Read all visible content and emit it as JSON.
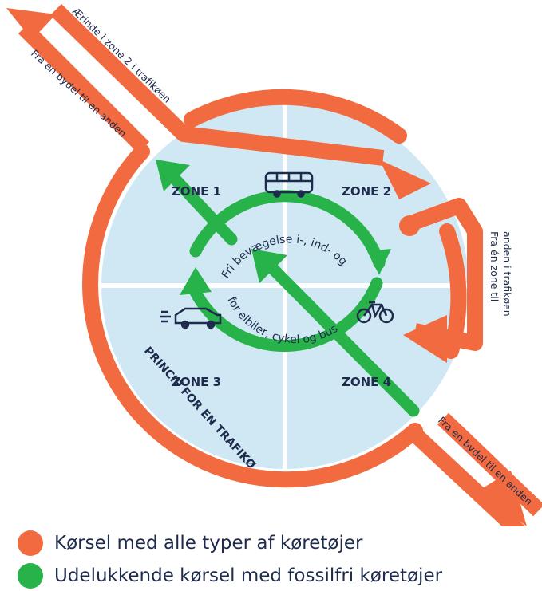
{
  "colors": {
    "orange": "#f26a3f",
    "green": "#27b24a",
    "zone_fill": "#cfe8f3",
    "text": "#1e2b4c"
  },
  "zones": {
    "zone1": "ZONE 1",
    "zone2": "ZONE 2",
    "zone3": "ZONE 3",
    "zone4": "ZONE 4"
  },
  "inner_text": {
    "top_arc": "Fri bevægelse i-, ind- og ud.",
    "bottom_arc": "for elbiler, cykel og bus"
  },
  "principle": "PRINCIP FOR EN TRAFIKØ",
  "roads": {
    "errand": "Ærinde i zone 2 i trafikøen",
    "from_district_top": "Fra en bydel til en anden",
    "from_zone_line1": "Fra én zone til",
    "from_zone_line2": "anden i trafikøen",
    "from_district_bottom": "Fra en bydel til en anden"
  },
  "icons": {
    "bus": "bus-icon",
    "bicycle": "bicycle-icon",
    "electric_car": "electric-car-icon"
  },
  "legend": {
    "orange_label": "Kørsel med alle typer af køretøjer",
    "green_label": "Udelukkende kørsel med fossilfri køretøjer"
  }
}
